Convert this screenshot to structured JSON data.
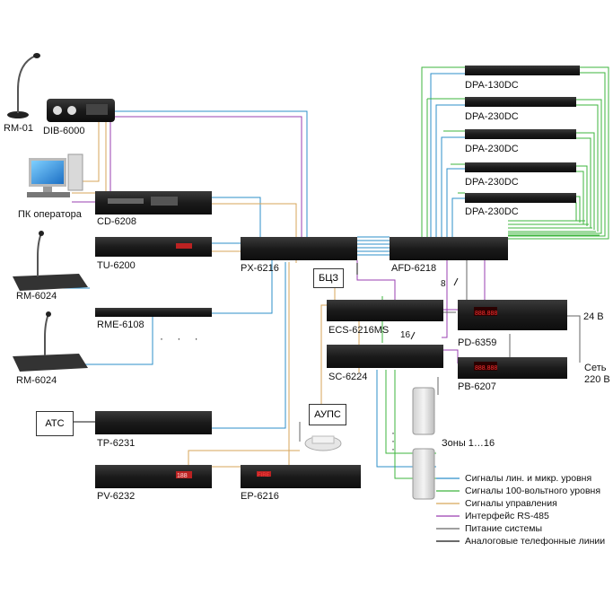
{
  "colors": {
    "signal_line": "#2e8fc9",
    "signal_100v": "#3db53d",
    "control": "#d7a65a",
    "rs485": "#9a3fb0",
    "power": "#666666",
    "phone": "#111111"
  },
  "devices": {
    "rm01": "RM-01",
    "dib6000": "DIB-6000",
    "pc": "ПК оператора",
    "cd6208": "CD-6208",
    "tu6200": "TU-6200",
    "rm6024_a": "RM-6024",
    "rme6108": "RME-6108",
    "rm6024_b": "RM-6024",
    "atc": "АТС",
    "tp6231": "TP-6231",
    "pv6232": "PV-6232",
    "ep6216": "EP-6216",
    "px6216": "PX-6216",
    "bcz": "БЦЗ",
    "aups": "АУПС",
    "afd6218": "AFD-6218",
    "ecs6216ms": "ECS-6216MS",
    "sc6224": "SC-6224",
    "pd6359": "PD-6359",
    "pb6207": "PB-6207",
    "dpa1": "DPA-130DC",
    "dpa2": "DPA-230DC",
    "dpa3": "DPA-230DC",
    "dpa4": "DPA-230DC",
    "dpa5": "DPA-230DC",
    "zones": "Зоны 1…16",
    "v24": "24 В",
    "mains_1": "Сеть",
    "mains_2": "220 В",
    "count8": "8",
    "count16": "16",
    "display_red": "FIRE",
    "pd_display": "888.888",
    "pb_display": "888.888",
    "pv_display": "188"
  },
  "legend": [
    {
      "key": "signal_line",
      "label": "Сигналы лин. и микр. уровня"
    },
    {
      "key": "signal_100v",
      "label": "Сигналы 100-вольтного уровня"
    },
    {
      "key": "control",
      "label": "Сигналы управления"
    },
    {
      "key": "rs485",
      "label": "Интерфейс RS-485"
    },
    {
      "key": "power",
      "label": "Питание системы"
    },
    {
      "key": "phone",
      "label": "Аналоговые телефонные линии"
    }
  ]
}
